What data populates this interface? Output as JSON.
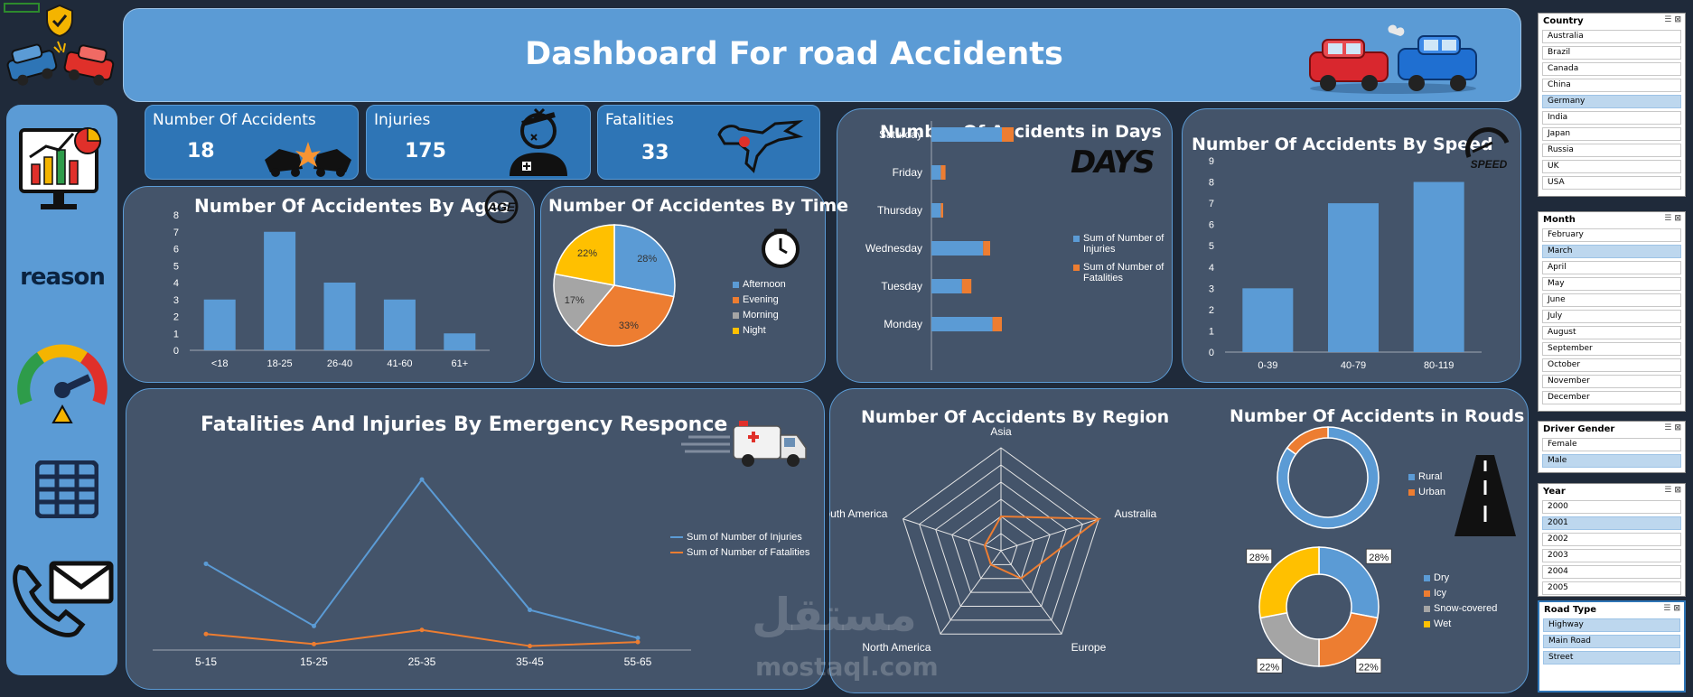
{
  "title": "Dashboard For road Accidents",
  "sidebar": {
    "reason_label": "reason",
    "icons": [
      "chart-monitor-icon",
      "speedometer-icon",
      "table-icon",
      "contact-icon"
    ]
  },
  "kpis": [
    {
      "label": "Number Of Accidents",
      "value": "18"
    },
    {
      "label": "Injuries",
      "value": "175"
    },
    {
      "label": "Fatalities",
      "value": "33"
    }
  ],
  "colors": {
    "blue": "#5b9bd5",
    "orange": "#ed7d31",
    "gray": "#a5a5a5",
    "yellow": "#ffc000",
    "panel": "#44546a",
    "bg": "#1f2a3a"
  },
  "slicers": {
    "country": {
      "title": "Country",
      "items": [
        "Australia",
        "Brazil",
        "Canada",
        "China",
        "Germany",
        "India",
        "Japan",
        "Russia",
        "UK",
        "USA"
      ],
      "selected": [
        "Germany"
      ]
    },
    "month": {
      "title": "Month",
      "items": [
        "February",
        "March",
        "April",
        "May",
        "June",
        "July",
        "August",
        "September",
        "October",
        "November",
        "December"
      ],
      "selected": [
        "March"
      ]
    },
    "gender": {
      "title": "Driver Gender",
      "items": [
        "Female",
        "Male"
      ],
      "selected": [
        "Male"
      ]
    },
    "year": {
      "title": "Year",
      "items": [
        "2000",
        "2001",
        "2002",
        "2003",
        "2004",
        "2005"
      ],
      "selected": [
        "2001"
      ]
    },
    "road_type": {
      "title": "Road Type",
      "items": [
        "Highway",
        "Main Road",
        "Street"
      ],
      "selected": [
        "Highway",
        "Main Road",
        "Street"
      ]
    }
  },
  "watermark": {
    "arabic": "مستقل",
    "latin": "mostaql.com"
  },
  "chart_data": [
    {
      "id": "ages",
      "type": "bar",
      "title": "Number Of Accidentes By Ages",
      "badge": "AGE",
      "categories": [
        "<18",
        "18-25",
        "26-40",
        "41-60",
        "61+"
      ],
      "values": [
        3,
        7,
        4,
        3,
        1
      ],
      "ylim": [
        0,
        8
      ],
      "yticks": [
        "0",
        "1",
        "2",
        "3",
        "4",
        "5",
        "6",
        "7",
        "8"
      ]
    },
    {
      "id": "time",
      "type": "pie",
      "title": "Number Of Accidentes By Time",
      "labels": [
        "Afternoon",
        "Evening",
        "Morning",
        "Night"
      ],
      "values": [
        28,
        33,
        17,
        22
      ],
      "value_labels": [
        "28%",
        "33%",
        "17%",
        "22%"
      ]
    },
    {
      "id": "days",
      "type": "bar",
      "title": "Number Of Accidents in Days",
      "badge": "DAYS",
      "categories": [
        "Saturday",
        "Friday",
        "Thursday",
        "Wednesday",
        "Tuesday",
        "Monday"
      ],
      "series": [
        {
          "name": "Sum of Number of Injuries",
          "values": [
            30,
            4,
            4,
            22,
            13,
            26
          ]
        },
        {
          "name": "Sum of Number of Fatalities",
          "values": [
            5,
            2,
            1,
            3,
            4,
            4
          ]
        }
      ]
    },
    {
      "id": "speed",
      "type": "bar",
      "title": "Number Of Accidents By Speed",
      "badge": "SPEED",
      "categories": [
        "0-39",
        "40-79",
        "80-119"
      ],
      "values": [
        3,
        7,
        8
      ],
      "ylim": [
        0,
        9
      ],
      "yticks": [
        "0",
        "1",
        "2",
        "3",
        "4",
        "5",
        "6",
        "7",
        "8",
        "9"
      ]
    },
    {
      "id": "emergency",
      "type": "line",
      "title": "Fatalities And Injuries By Emergency Responce",
      "categories": [
        "5-15",
        "15-25",
        "25-35",
        "35-45",
        "55-65"
      ],
      "series": [
        {
          "name": "Sum of Number of Injuries",
          "values": [
            43,
            12,
            85,
            20,
            6
          ]
        },
        {
          "name": "Sum of Number of Fatalities",
          "values": [
            8,
            3,
            10,
            2,
            4
          ]
        }
      ]
    },
    {
      "id": "region",
      "type": "radar",
      "title": "Number Of Accidents By Region",
      "labels": [
        "Asia",
        "Australia",
        "Europe",
        "North America",
        "South America"
      ],
      "values": [
        2,
        6,
        2,
        1,
        1
      ],
      "rmax": 6
    },
    {
      "id": "roads",
      "type": "pie",
      "title": "Number Of Accidents in Rouds",
      "labels": [
        "Rural",
        "Urban"
      ],
      "values": [
        85,
        15
      ]
    },
    {
      "id": "conditions",
      "type": "pie",
      "labels": [
        "Dry",
        "Icy",
        "Snow-covered",
        "Wet"
      ],
      "values": [
        28,
        22,
        22,
        28
      ],
      "value_labels": [
        "28%",
        "22%",
        "22%",
        "28%"
      ]
    }
  ]
}
